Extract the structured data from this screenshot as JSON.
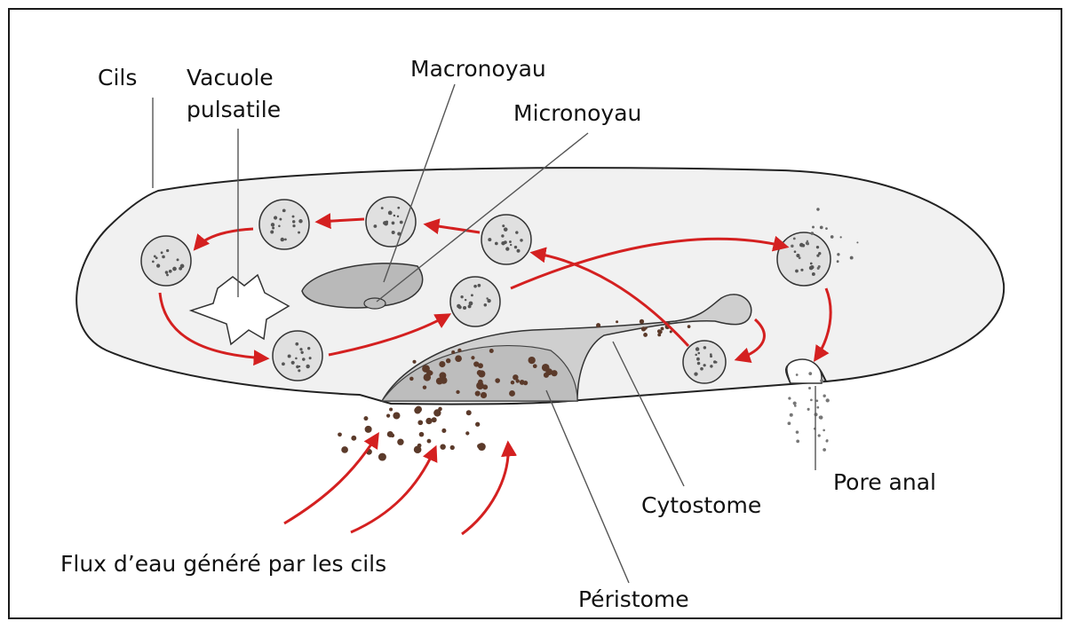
{
  "labels": {
    "cils": "Cils",
    "vacuole_line1": "Vacuole",
    "vacuole_line2": "pulsatile",
    "macronoyau": "Macronoyau",
    "micronoyau": "Micronoyau",
    "pore_anal": "Pore anal",
    "cytostome": "Cytostome",
    "flux": "Flux d’eau généré par les cils",
    "peristome": "Péristome"
  },
  "colors": {
    "arrow": "#d42020",
    "cell_fill": "#f1f1f1",
    "outline": "#222222",
    "vacuole_fill": "#d6d6d6",
    "particle": "#5b3a2a",
    "nucleus": "#b9b9b9"
  }
}
